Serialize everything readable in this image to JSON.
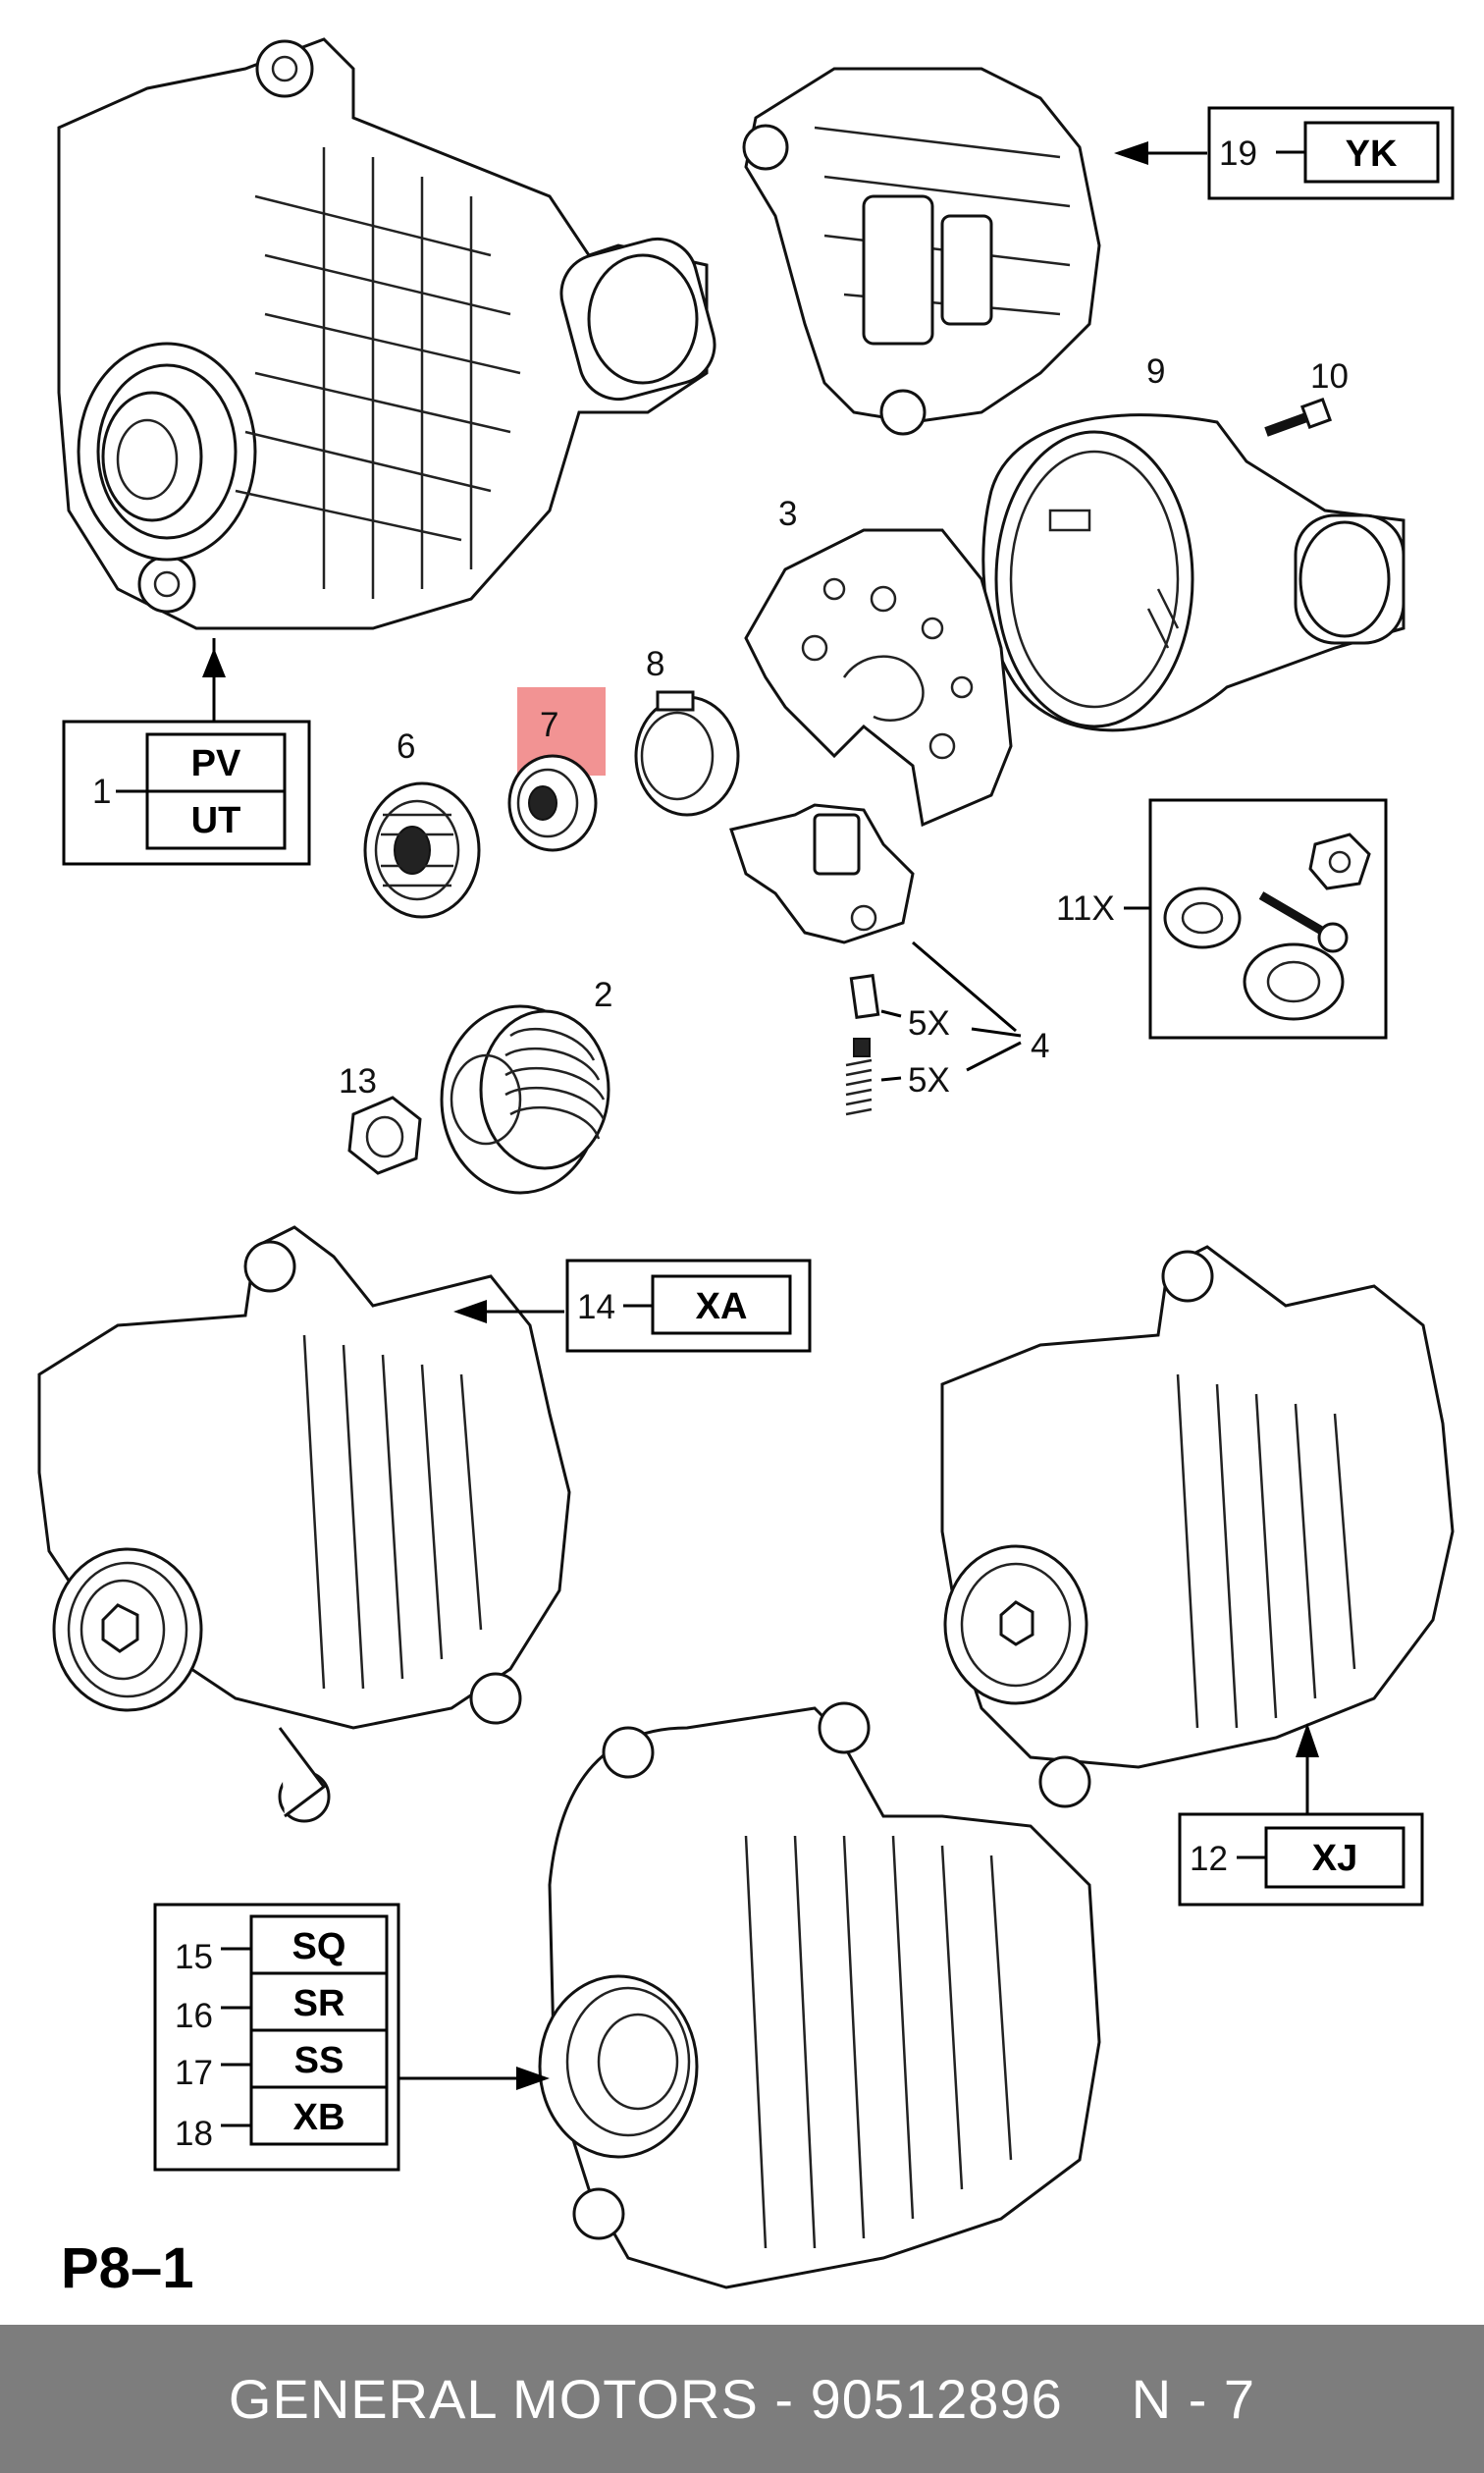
{
  "page_label": "P8–1",
  "callouts": {
    "c1": {
      "num": "1",
      "codes": [
        "PV",
        "UT"
      ]
    },
    "c2": {
      "num": "2"
    },
    "c3": {
      "num": "3"
    },
    "c4": {
      "num": "4"
    },
    "c5a": {
      "qty": "5X"
    },
    "c5b": {
      "qty": "5X"
    },
    "c6": {
      "num": "6"
    },
    "c7": {
      "num": "7"
    },
    "c8": {
      "num": "8"
    },
    "c9": {
      "num": "9"
    },
    "c10": {
      "num": "10"
    },
    "c11": {
      "num": "11X"
    },
    "c12": {
      "num": "12",
      "code": "XJ"
    },
    "c13": {
      "num": "13"
    },
    "c14": {
      "num": "14",
      "code": "XA"
    },
    "c19": {
      "num": "19",
      "code": "YK"
    },
    "c15_18": [
      {
        "num": "15",
        "code": "SQ"
      },
      {
        "num": "16",
        "code": "SR"
      },
      {
        "num": "17",
        "code": "SS"
      },
      {
        "num": "18",
        "code": "XB"
      }
    ]
  },
  "highlight_color": "#f08080",
  "footer": {
    "brand": "GENERAL MOTORS - 90512896",
    "page": "N - 7"
  }
}
